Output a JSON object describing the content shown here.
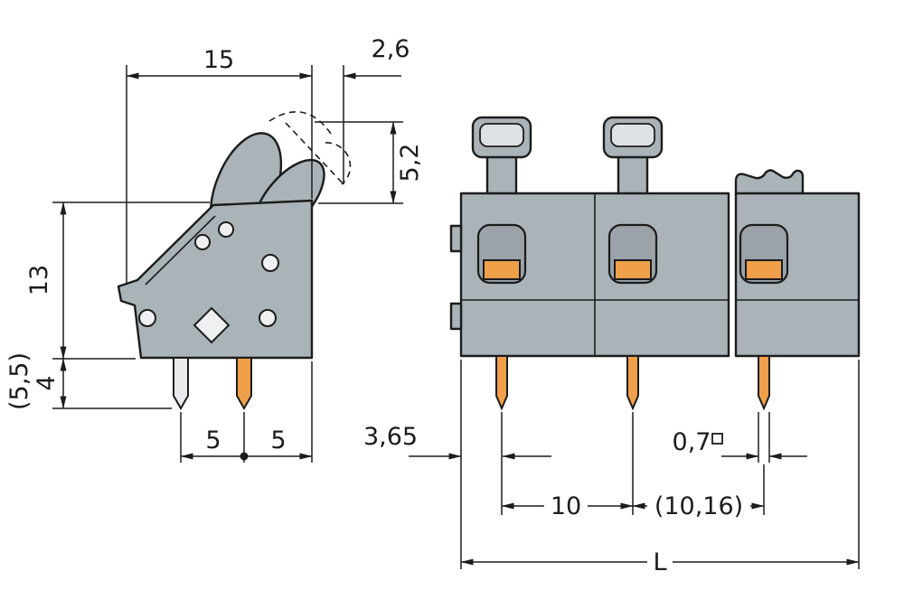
{
  "colors": {
    "background": "#ffffff",
    "housing_gray": "#a9b3b8",
    "recess_gray": "#99a3a9",
    "cap_highlight_gray": "#dde1e3",
    "pin_silver": "#e8eaeb",
    "pusher_orange": "#f0a04b",
    "line_black": "#1c1c1c"
  },
  "side_view": {
    "dims": {
      "width_top": "15",
      "lever_protrusion": "2,6",
      "lever_height": "5,2",
      "housing_height": "13",
      "pin_length_alt": "(5,5)",
      "pin_length": "4",
      "pitch_pin_to_pin": "5",
      "pitch_pin_to_edge": "5",
      "edge_to_pin": "3,65"
    }
  },
  "front_view": {
    "dims": {
      "pin_cross_section": "0,7",
      "pole_pitch": "10",
      "pole_pitch_alt": "(10,16)",
      "total_length": "L"
    }
  }
}
